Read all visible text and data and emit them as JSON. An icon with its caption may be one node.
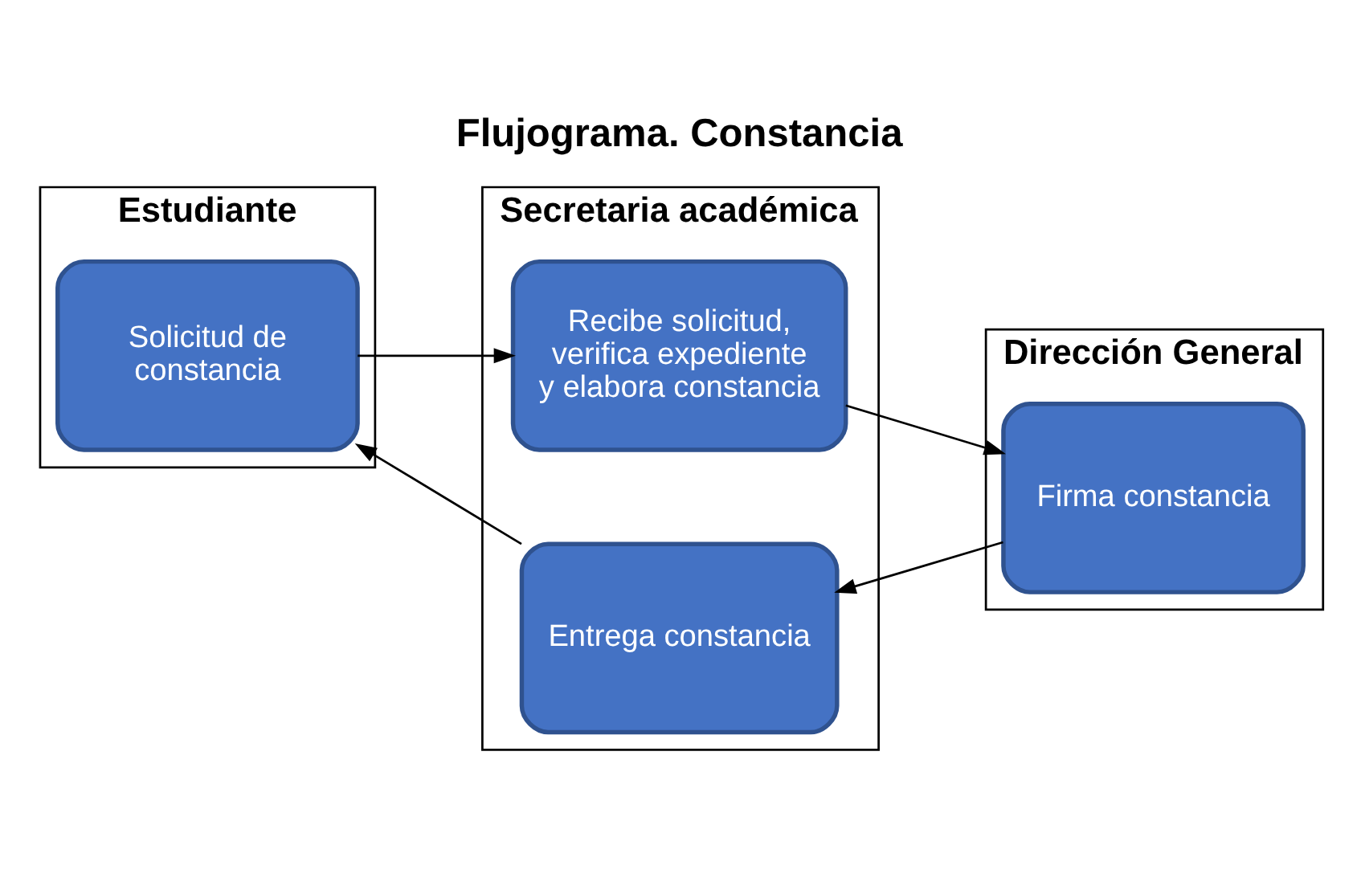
{
  "diagram": {
    "title": "Flujograma. Constancia",
    "nodes": [
      {
        "text": [
          "Estudiante"
        ]
      },
      {
        "text": [
          "Secretaria académica"
        ]
      },
      {
        "text": [
          "Dirección General"
        ]
      },
      {
        "text": [
          "Solicitud de constancia"
        ],
        "in": 0
      },
      {
        "text": [
          "Recibe solicitud, verifica expediente y elabora constancia"
        ],
        "in": 1
      },
      {
        "text": [
          "Firma constancia"
        ],
        "in": 2
      },
      {
        "text": [
          "Entrega constancia"
        ],
        "in": 1
      }
    ],
    "edges": [
      {
        "from": 3,
        "to": 4,
        "arrow": "to"
      },
      {
        "from": 4,
        "to": 5,
        "arrow": "to"
      },
      {
        "from": 5,
        "to": 6,
        "arrow": "to"
      },
      {
        "from": 6,
        "to": 3,
        "arrow": "to"
      }
    ]
  }
}
